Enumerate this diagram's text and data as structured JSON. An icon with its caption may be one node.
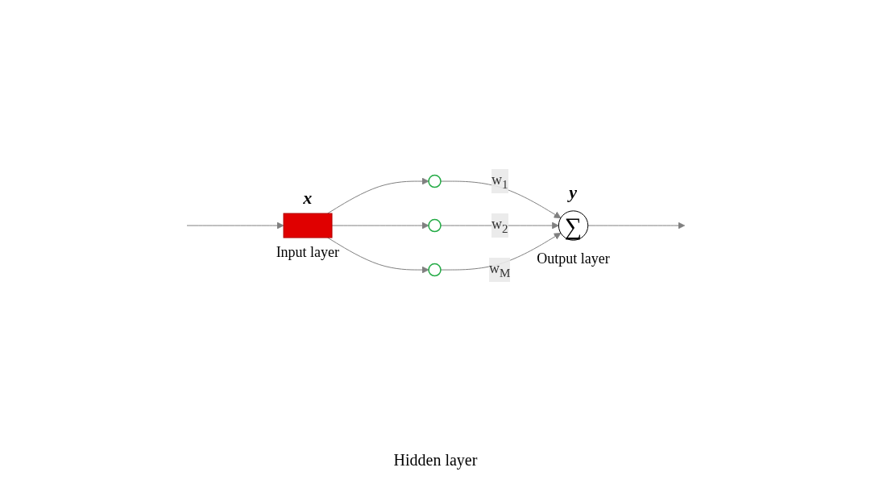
{
  "diagram": {
    "nodes": [
      {
        "text": [],
        "shape": "box",
        "beside": [
          "x",
          "Input layer"
        ]
      },
      {
        "text": [],
        "shape": "circle"
      },
      {
        "text": [],
        "shape": "circle"
      },
      {
        "text": [],
        "shape": "circle"
      },
      {
        "text": [
          "∑"
        ],
        "beside": [
          "y",
          "Output layer"
        ]
      }
    ],
    "edges": [
      {
        "from": null,
        "to": 0,
        "arrow": "to"
      },
      {
        "from": 0,
        "to": 1,
        "arrow": "to"
      },
      {
        "from": 0,
        "to": 2,
        "arrow": "to"
      },
      {
        "from": 0,
        "to": 3,
        "arrow": "to"
      },
      {
        "from": 1,
        "to": 4,
        "arrow": "to",
        "label": "w$_{1}$"
      },
      {
        "from": 2,
        "to": 4,
        "arrow": "to",
        "label": "w$_{2}$"
      },
      {
        "from": 3,
        "to": 4,
        "arrow": "to",
        "label": "w$_{M}$"
      },
      {
        "from": 4,
        "to": null,
        "arrow": "to"
      }
    ],
    "labels": [
      "Hidden layer"
    ]
  }
}
